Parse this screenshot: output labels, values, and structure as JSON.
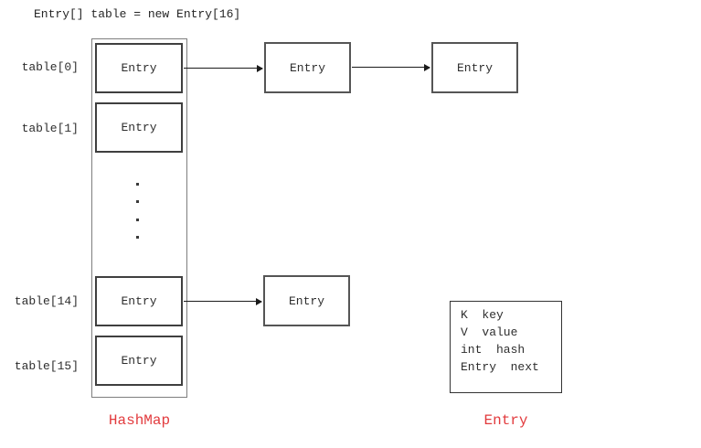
{
  "header": {
    "declaration": "Entry[] table = new Entry[16]"
  },
  "hashmap": {
    "caption": "HashMap",
    "index_labels": [
      "table[0]",
      "table[1]",
      "table[14]",
      "table[15]"
    ],
    "bucket_nodes": [
      "Entry",
      "Entry",
      "Entry",
      "Entry"
    ],
    "chain_nodes": {
      "row0": [
        "Entry",
        "Entry"
      ],
      "row14": [
        "Entry"
      ]
    },
    "ellipsis_dots": 4
  },
  "entry_struct": {
    "caption": "Entry",
    "fields": [
      "K  key",
      "V  value",
      "int  hash",
      "Entry  next"
    ]
  },
  "colors": {
    "accent_red": "#e23b3e",
    "container_border": "#7e7e7e",
    "node_border": "#4c4c4c",
    "text": "#2e2e2e"
  }
}
